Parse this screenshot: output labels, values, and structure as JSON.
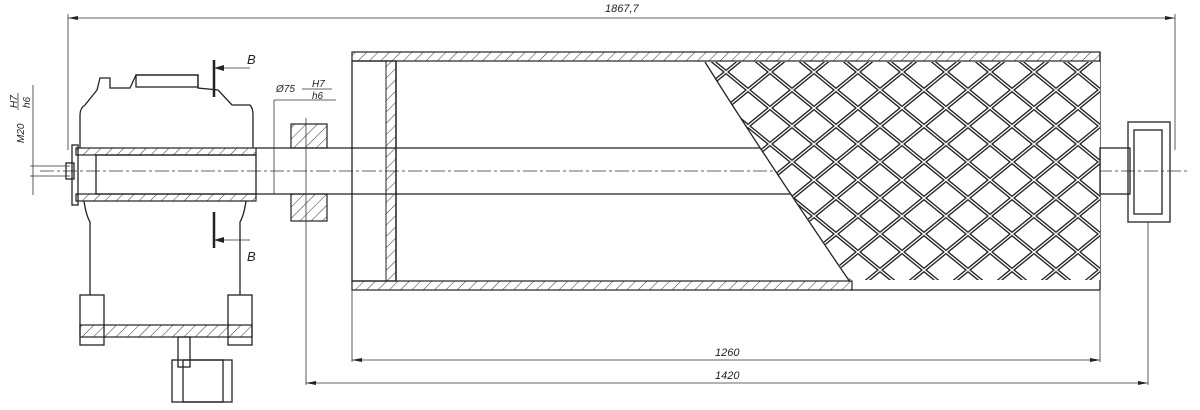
{
  "drawing": {
    "dimensions": {
      "overall_length": "1867,7",
      "drum_length": "1260",
      "bearing_span": "1420"
    },
    "fits": {
      "thread_label": "M20",
      "thread_fit_top": "H7",
      "thread_fit_bottom": "h6",
      "shaft_diameter_label": "Ø75",
      "shaft_fit_top": "H7",
      "shaft_fit_bottom": "h6"
    },
    "section": {
      "top_label": "B",
      "bottom_label": "B"
    }
  }
}
